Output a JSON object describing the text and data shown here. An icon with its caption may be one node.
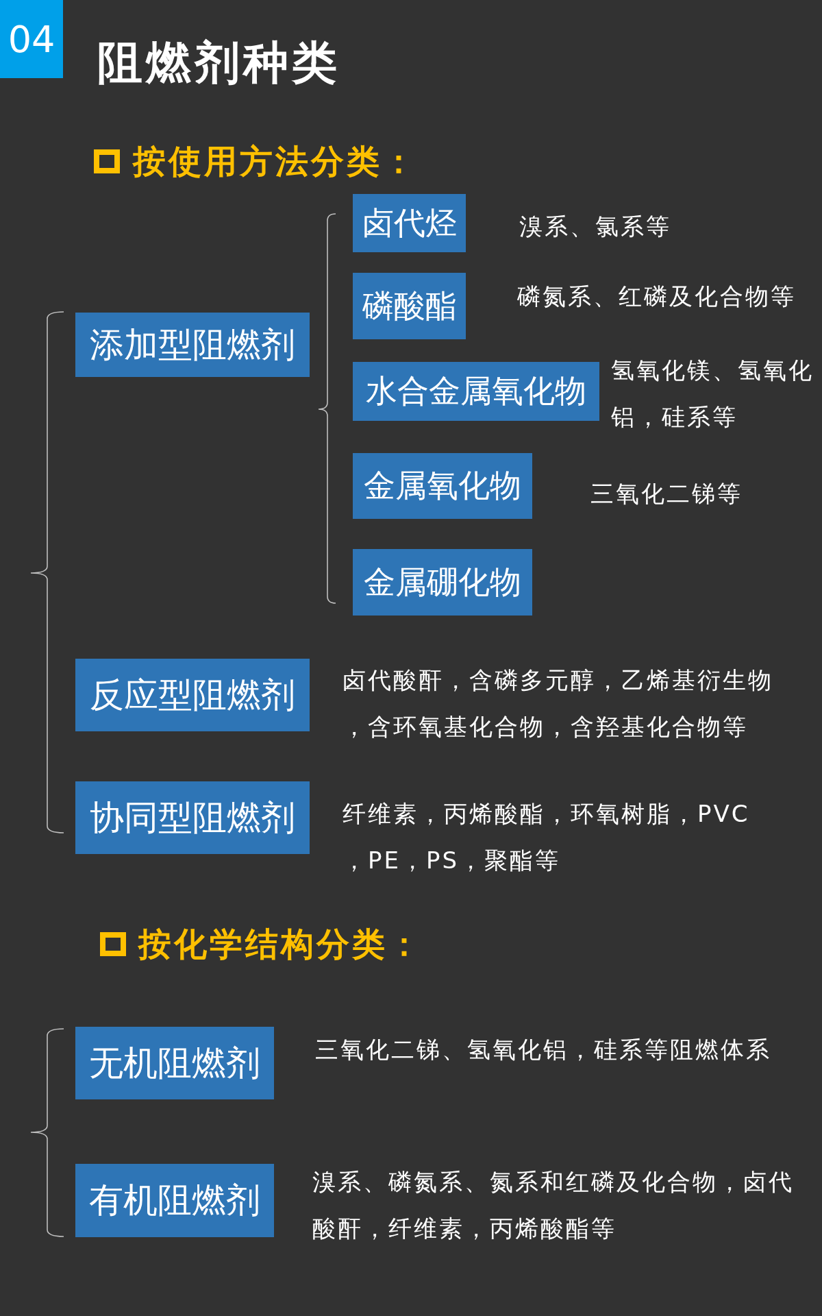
{
  "diagram": {
    "title": "阻燃剂种类",
    "nodes": [
      {
        "text": [
          "04"
        ]
      },
      {
        "text": [
          "添加型阻燃剂"
        ]
      },
      {
        "text": [
          "卤代烃"
        ],
        "beside": [
          "溴系、氯系等"
        ]
      },
      {
        "text": [
          "磷酸酯"
        ],
        "beside": [
          "磷氮系、红磷及化合物等"
        ]
      },
      {
        "text": [
          "水合金属氧化物"
        ],
        "beside": [
          "氢氧化镁、氢氧化铝，硅系等"
        ]
      },
      {
        "text": [
          "金属氧化物"
        ],
        "beside": [
          "三氧化二锑等"
        ]
      },
      {
        "text": [
          "金属硼化物"
        ]
      },
      {
        "text": [
          "反应型阻燃剂"
        ],
        "beside": [
          "卤代酸酐，含磷多元醇，乙烯基衍生物，含环氧基化合物，含羟基化合物等"
        ]
      },
      {
        "text": [
          "协同型阻燃剂"
        ],
        "beside": [
          "纤维素，丙烯酸酯，环氧树脂，PVC，PE，PS，聚酯等"
        ]
      },
      {
        "text": [
          "无机阻燃剂"
        ],
        "beside": [
          "三氧化二锑、氢氧化铝，硅系等阻燃体系"
        ]
      },
      {
        "text": [
          "有机阻燃剂"
        ],
        "beside": [
          "溴系、磷氮系、氮系和红磷及化合物，卤代酸酐，纤维素，丙烯酸酯等"
        ]
      }
    ],
    "labels": [
      "按使用方法分类：",
      "按化学结构分类："
    ]
  }
}
